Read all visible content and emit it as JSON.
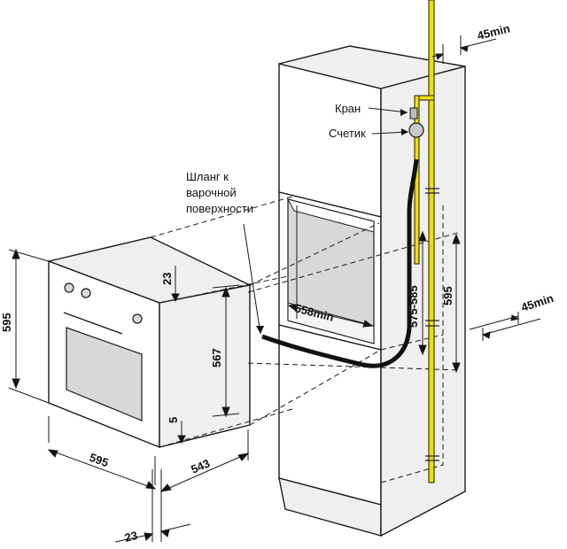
{
  "labels": {
    "tap": "Кран",
    "meter": "Счетик",
    "hose_line1": "Шланг к",
    "hose_line2": "варочной",
    "hose_line3": "поверхности"
  },
  "dimensions": {
    "oven_height": "595",
    "oven_width": "595",
    "oven_depth": "543",
    "front_offset": "23",
    "top_gap": "23",
    "inner_height": "567",
    "bottom_gap": "5",
    "niche_width": "558min",
    "niche_height_range": "575-585",
    "niche_outer_height": "595",
    "clearance_top": "45min",
    "clearance_side": "45min"
  },
  "colors": {
    "gas_pipe": "#f0e000",
    "hose": "#111111",
    "line": "#1a1a1a"
  }
}
